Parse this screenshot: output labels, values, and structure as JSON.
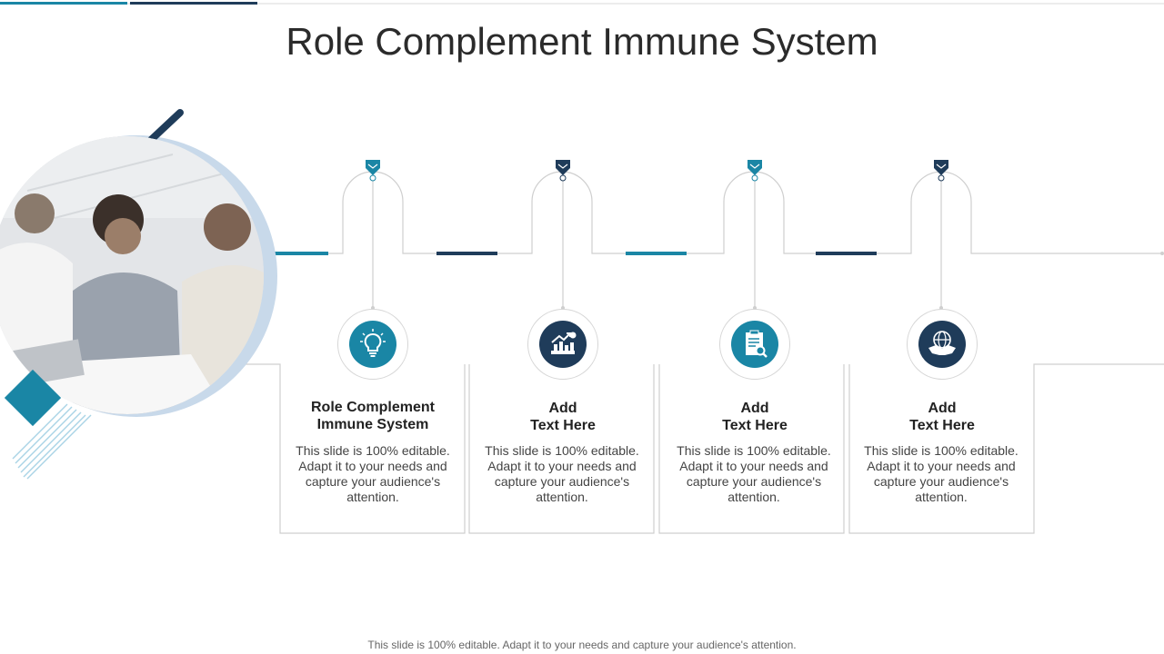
{
  "slide": {
    "title": "Role Complement Immune System",
    "footer": "This slide is 100% editable. Adapt it to your needs and capture your audience's attention."
  },
  "colors": {
    "teal": "#1a86a5",
    "navy": "#1f3c5a",
    "light_blue": "#c8d9ea",
    "line_gray": "#cfcfcf"
  },
  "steps": [
    {
      "title_line1": "Role Complement",
      "title_line2": "Immune System",
      "description": "This slide is 100% editable. Adapt it to your needs and capture your audience's attention.",
      "icon": "lightbulb-icon",
      "color": "teal"
    },
    {
      "title_line1": "Add",
      "title_line2": "Text Here",
      "description": "This slide is 100% editable. Adapt it to your needs and capture your audience's attention.",
      "icon": "growth-chart-icon",
      "color": "navy"
    },
    {
      "title_line1": "Add",
      "title_line2": "Text Here",
      "description": "This slide is 100% editable. Adapt it to your needs and capture your audience's attention.",
      "icon": "clipboard-search-icon",
      "color": "teal"
    },
    {
      "title_line1": "Add",
      "title_line2": "Text Here",
      "description": "This slide is 100% editable. Adapt it to your needs and capture your audience's attention.",
      "icon": "handshake-globe-icon",
      "color": "navy"
    }
  ]
}
